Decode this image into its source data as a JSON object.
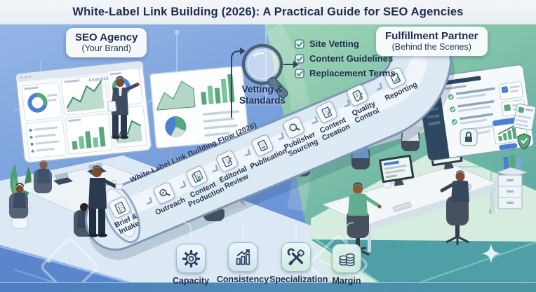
{
  "title": "White-Label Link Building (2026): A Practical Guide for SEO Agencies",
  "left_panel": {
    "badge_title": "SEO Agency",
    "badge_subtitle": "(Your Brand)",
    "dashboard_panel_label": "Analytics"
  },
  "right_panel": {
    "badge_title": "Fulfillment Partner",
    "badge_subtitle": "(Behind the Scenes)"
  },
  "vetting": {
    "label": "Vetting & Standards",
    "checklist": [
      "Site Vetting",
      "Content Guidelines",
      "Replacement Terms"
    ]
  },
  "pipeline": {
    "label": "White-Label Link Building Flow (2026)",
    "steps": [
      {
        "label": "Brief & Intake",
        "icon": "clipboard-icon",
        "side": "agency"
      },
      {
        "label": "Outreach",
        "icon": "outreach-magnifier-icon",
        "side": "agency"
      },
      {
        "label": "Content Production",
        "icon": "documents-icon",
        "side": "agency"
      },
      {
        "label": "Editorial Review",
        "icon": "edit-document-icon",
        "side": "agency"
      },
      {
        "label": "Publication",
        "icon": "published-document-icon",
        "side": "agency"
      },
      {
        "label": "Publisher Sourcing",
        "icon": "search-document-icon",
        "side": "partner"
      },
      {
        "label": "Content Creation",
        "icon": "writing-document-icon",
        "side": "partner"
      },
      {
        "label": "Quality Control",
        "icon": "quality-checklist-icon",
        "side": "partner"
      },
      {
        "label": "Reporting",
        "icon": "report-chart-icon",
        "side": "partner"
      }
    ]
  },
  "benefits": [
    {
      "label": "Capacity",
      "icon": "gear-icon"
    },
    {
      "label": "Consistency",
      "icon": "growth-chart-icon"
    },
    {
      "label": "Specialization",
      "icon": "tools-icon"
    },
    {
      "label": "Margin",
      "icon": "coins-icon"
    }
  ],
  "colors": {
    "agency_bg": "#6f99d6",
    "partner_bg": "#8ecbae",
    "deep_teal": "#4f9fa7",
    "title_text": "#1c2a4d",
    "check_teal": "#3f9478",
    "accent_blue": "#4a7fd4",
    "accent_green": "#57a87b"
  }
}
